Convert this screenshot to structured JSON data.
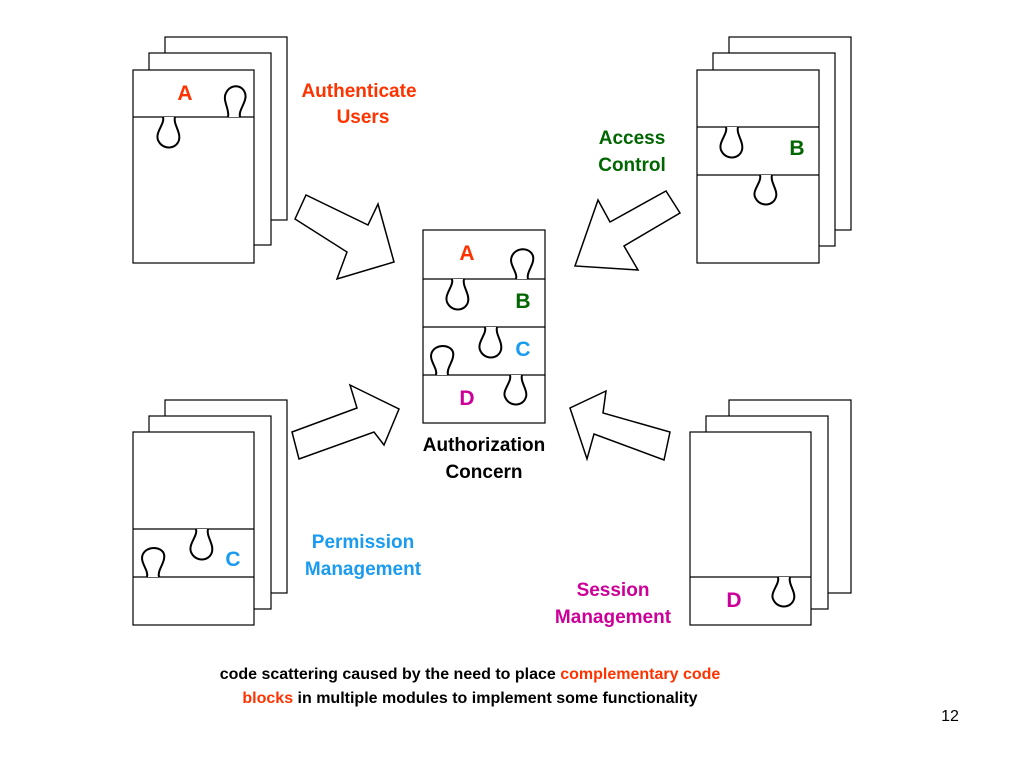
{
  "colors": {
    "red": "#ff3300",
    "green": "#006600",
    "blue": "#1a9bf0",
    "magenta": "#cc0099",
    "black": "#000000"
  },
  "modules": {
    "authenticate": {
      "letter": "A",
      "line1": "Authenticate",
      "line2": "Users"
    },
    "access": {
      "letter": "B",
      "line1": "Access",
      "line2": "Control"
    },
    "permission": {
      "letter": "C",
      "line1": "Permission",
      "line2": "Management"
    },
    "session": {
      "letter": "D",
      "line1": "Session",
      "line2": "Management"
    }
  },
  "center": {
    "letters": [
      "A",
      "B",
      "C",
      "D"
    ],
    "line1": "Authorization",
    "line2": "Concern"
  },
  "caption": {
    "part1": "code scattering caused by the need to place ",
    "highlight1": "complementary code",
    "highlight2": "blocks",
    "part2": " in multiple modules to implement some functionality"
  },
  "page_number": "12"
}
